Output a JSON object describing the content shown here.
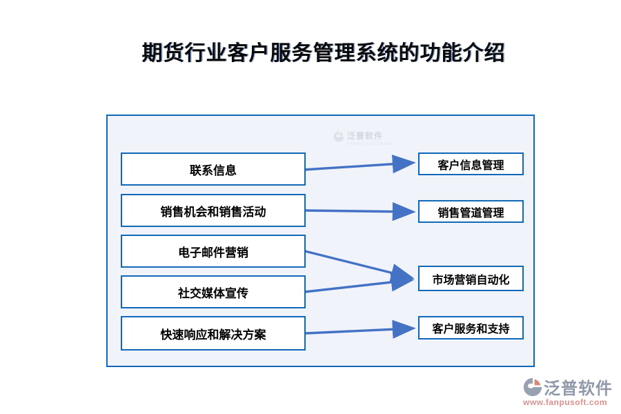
{
  "title": "期货行业客户服务管理系统的功能介绍",
  "watermark": {
    "brand": "泛普软件",
    "subtitle": "FANPU SOFTWARE"
  },
  "left_boxes": [
    {
      "label": "联系信息"
    },
    {
      "label": "销售机会和销售活动"
    },
    {
      "label": "电子邮件营销"
    },
    {
      "label": "社交媒体宣传"
    },
    {
      "label": "快速响应和解决方案"
    }
  ],
  "right_boxes": [
    {
      "label": "客户信息管理"
    },
    {
      "label": "销售管道管理"
    },
    {
      "label": "市场营销自动化"
    },
    {
      "label": "客户服务和支持"
    }
  ],
  "connections": [
    {
      "from": 0,
      "to": 0
    },
    {
      "from": 1,
      "to": 1
    },
    {
      "from": 2,
      "to": 2
    },
    {
      "from": 3,
      "to": 2
    },
    {
      "from": 4,
      "to": 3
    }
  ],
  "footer_logo": {
    "brand": "泛普软件",
    "url": "www.fanpusoft.com"
  },
  "colors": {
    "panel_border": "#1068b8",
    "panel_background": "#f0f4fa",
    "box_border": "#1068b8",
    "arrow": "#4472c4",
    "footer_brand": "#8f99a9",
    "footer_url": "#e08e8e"
  }
}
